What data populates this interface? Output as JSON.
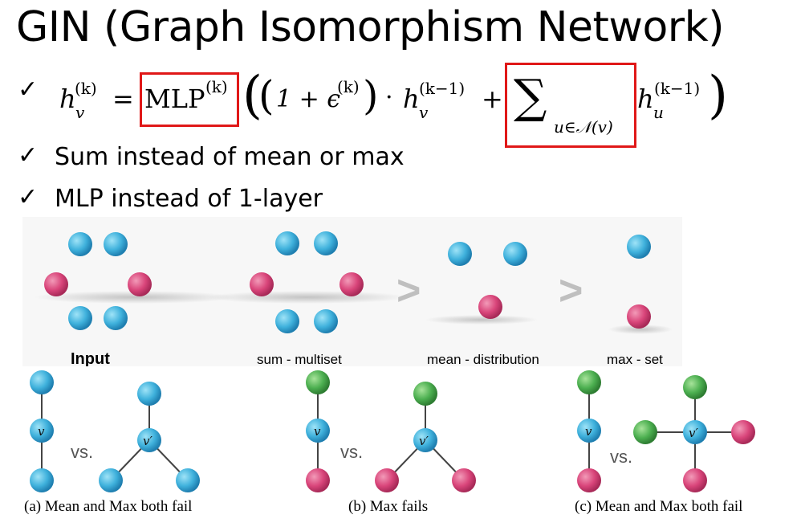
{
  "title": "GIN (Graph Isomorphism Network)",
  "formula": {
    "check": "✓",
    "h": "h",
    "sub_v": "v",
    "sup_k": "(k)",
    "equals": "=",
    "mlp": "MLP",
    "open1": "(",
    "open2": "(",
    "one_plus": "1 + ϵ",
    "close2": ")",
    "dot": "·",
    "h2": "h",
    "sub_v2": "v",
    "sup_km1": "(k−1)",
    "plus": "+",
    "sigma": "∑",
    "sum_sub": "u∈𝒩(v)",
    "h3": "h",
    "sub_u": "u",
    "sup_km1b": "(k−1)",
    "close1": ")"
  },
  "bullets": [
    {
      "check": "✓",
      "text": "Sum instead of mean or max"
    },
    {
      "check": "✓",
      "text": "MLP instead of 1-layer"
    }
  ],
  "top_figure": {
    "labels": [
      "Input",
      "sum - multiset",
      "mean - distribution",
      "max - set"
    ],
    "comparator": ">"
  },
  "bottom_figure": {
    "vs": "vs.",
    "node_v": "v",
    "node_vprime": "v′",
    "captions": [
      "(a) Mean and Max both fail",
      "(b) Max fails",
      "(c) Mean and Max both fail"
    ]
  },
  "colors": {
    "blue_node": "#3fb1dc",
    "pink_node": "#d9457a",
    "green_node": "#4caf50",
    "highlight_box": "#e01818",
    "comparator": "#bfbfbf"
  }
}
